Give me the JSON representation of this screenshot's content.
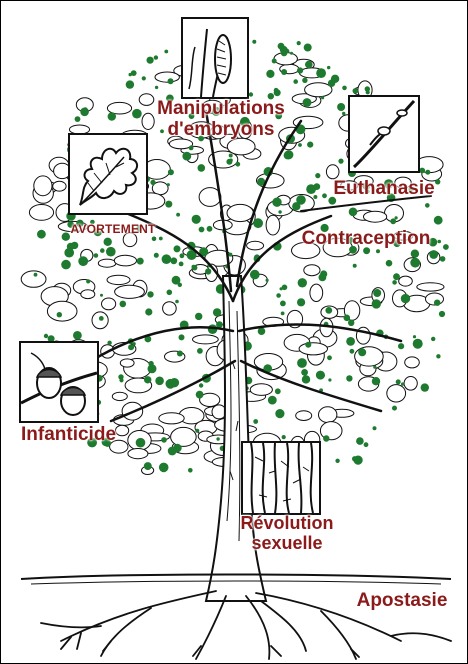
{
  "labels": {
    "manipulations_line1": "Manipulations",
    "manipulations_line2": "d'embryons",
    "euthanasie": "Euthanasie",
    "avortement": "AVORTEMENT",
    "contraception": "Contraception",
    "infanticide": "Infanticide",
    "revolution_line1": "Révolution",
    "revolution_line2": "sexuelle",
    "apostasie": "Apostasie"
  },
  "colors": {
    "label": "#8b1a1a",
    "foliage": "#1e7a2e",
    "ink": "#111111"
  }
}
